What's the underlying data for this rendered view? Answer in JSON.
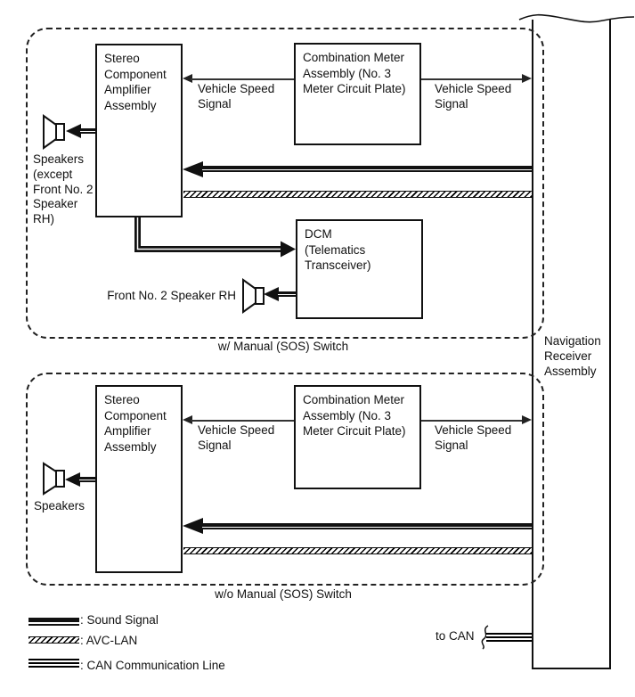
{
  "nav": {
    "label": "Navigation\nReceiver\nAssembly"
  },
  "groups": {
    "sos": {
      "caption": "w/ Manual (SOS) Switch",
      "amplifier": "Stereo\nComponent\nAmplifier\nAssembly",
      "meter": "Combination Meter\nAssembly (No. 3\nMeter Circuit Plate)",
      "dcm": "DCM\n(Telematics\nTransceiver)",
      "speakers": "Speakers\n(except\nFront No. 2\nSpeaker\nRH)",
      "front_speaker": "Front No. 2 Speaker RH",
      "vss": "Vehicle Speed\nSignal"
    },
    "no_sos": {
      "caption": "w/o Manual (SOS) Switch",
      "amplifier": "Stereo\nComponent\nAmplifier\nAssembly",
      "meter": "Combination Meter\nAssembly (No. 3\nMeter Circuit Plate)",
      "speakers": "Speakers",
      "vss": "Vehicle Speed\nSignal"
    }
  },
  "can": {
    "to_can": "to CAN"
  },
  "legend": {
    "sound": ": Sound Signal",
    "avclan": ": AVC-LAN",
    "can": ": CAN Communication Line"
  },
  "colors": {
    "ink": "#111111",
    "thin_line": "#333333",
    "background": "#ffffff"
  }
}
